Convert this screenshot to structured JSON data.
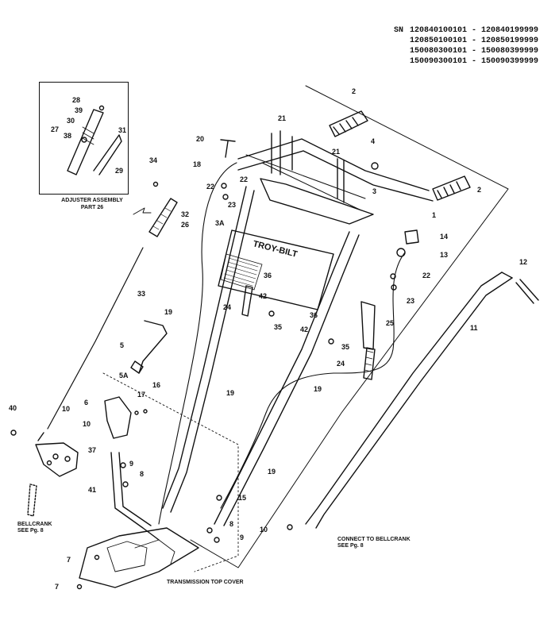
{
  "serials": {
    "prefix": "SN",
    "ranges": [
      "120840100101 - 120840199999",
      "120850100101 - 120850199999",
      "150080300101 - 150080399999",
      "150090300101 - 150090399999"
    ]
  },
  "inset": {
    "caption_line1": "ADJUSTER ASSEMBLY",
    "caption_line2": "PART 26"
  },
  "notes": {
    "bellcrank_line1": "BELLCRANK",
    "bellcrank_line2": "SEE Pg. 8",
    "connect_line1": "CONNECT TO BELLCRANK",
    "connect_line2": "SEE Pg. 8",
    "transmission": "TRANSMISSION TOP COVER",
    "logo": "TROY-BILT"
  },
  "callouts": {
    "c1": "1",
    "c2a": "2",
    "c2b": "2",
    "c3": "3",
    "c3a": "3A",
    "c4": "4",
    "c5": "5",
    "c5a": "5A",
    "c6": "6",
    "c7a": "7",
    "c7b": "7",
    "c8a": "8",
    "c8b": "8",
    "c9a": "9",
    "c9b": "9",
    "c10a": "10",
    "c10b": "10",
    "c10c": "10",
    "c11": "11",
    "c12": "12",
    "c13": "13",
    "c14": "14",
    "c15": "15",
    "c16": "16",
    "c17": "17",
    "c18": "18",
    "c19a": "19",
    "c19b": "19",
    "c19c": "19",
    "c19d": "19",
    "c20": "20",
    "c21a": "21",
    "c21b": "21",
    "c22a": "22",
    "c22b": "22",
    "c22c": "22",
    "c23a": "23",
    "c23b": "23",
    "c24a": "24",
    "c24b": "24",
    "c25": "25",
    "c26": "26",
    "c27": "27",
    "c28": "28",
    "c29": "29",
    "c30": "30",
    "c31": "31",
    "c32": "32",
    "c33": "33",
    "c34": "34",
    "c35a": "35",
    "c35b": "35",
    "c36a": "36",
    "c36b": "36",
    "c37": "37",
    "c38": "38",
    "c39": "39",
    "c40": "40",
    "c41": "41",
    "c42a": "42",
    "c42b": "42"
  }
}
